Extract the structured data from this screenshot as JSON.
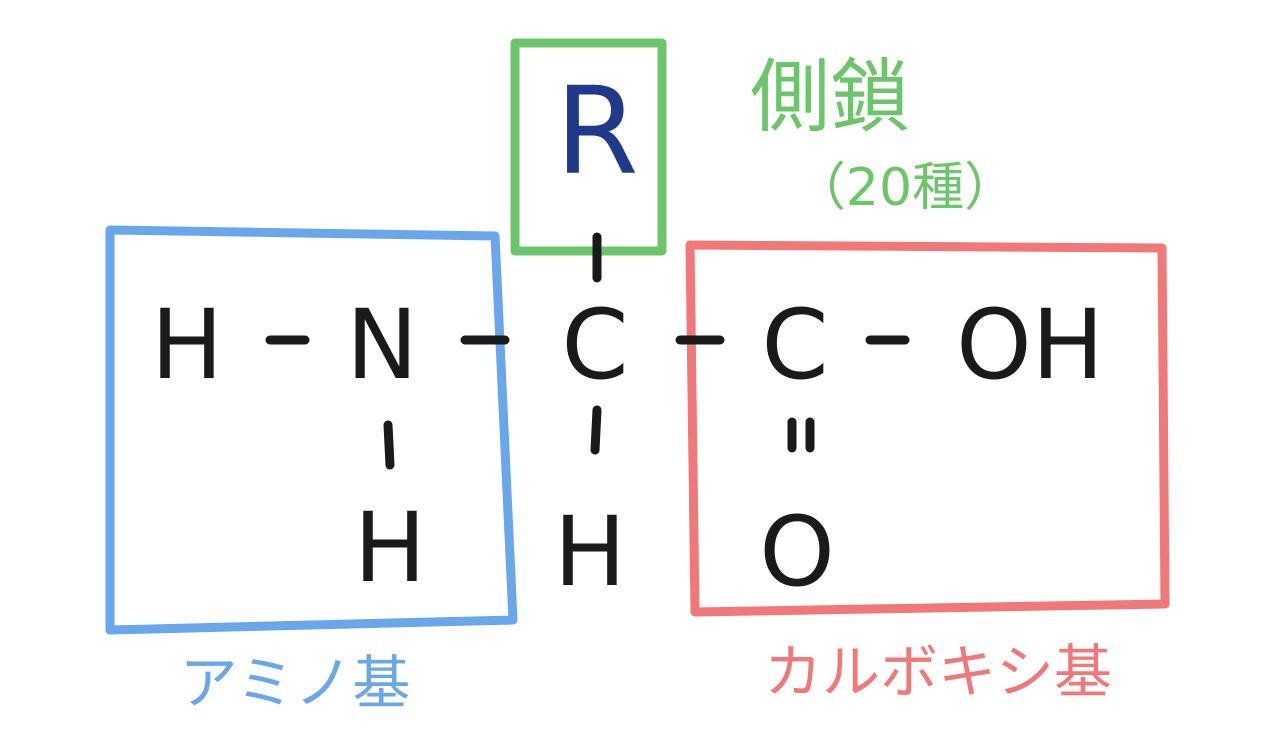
{
  "colors": {
    "amino": "#6aa6ea",
    "carboxyl": "#f07878",
    "side_chain": "#6cc56a",
    "r_group": "#1f3a8a",
    "atoms": "#1a1a1a"
  },
  "atoms": {
    "h_left": "H",
    "n": "N",
    "c_alpha": "C",
    "c_carboxyl": "C",
    "oh": "OH",
    "h_under_n": "H",
    "h_under_c": "H",
    "o_double": "O",
    "r": "R"
  },
  "labels": {
    "side_chain": "側鎖",
    "side_chain_count": "（20種）",
    "amino_group": "アミノ基",
    "carboxyl_group": "カルボキシ基"
  }
}
